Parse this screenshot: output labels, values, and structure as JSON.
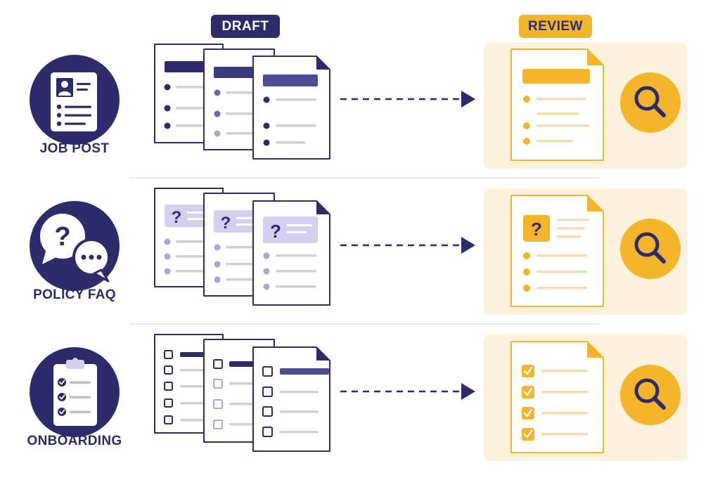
{
  "columns": {
    "draft": "DRAFT",
    "review": "REVIEW"
  },
  "rows": [
    {
      "label": "JOB POST"
    },
    {
      "label": "POLICY FAQ"
    },
    {
      "label": "ONBOARDING"
    }
  ],
  "colors": {
    "navy": "#2d2b6b",
    "amber": "#f5b52b",
    "lavender": "#d4d0ef",
    "panel_bg": "#fdf2dd"
  },
  "icons": {
    "draft_column": [
      "id-card-icon",
      "chat-bubbles-icon",
      "clipboard-checklist-icon"
    ],
    "review_column": "magnifier-icon"
  }
}
